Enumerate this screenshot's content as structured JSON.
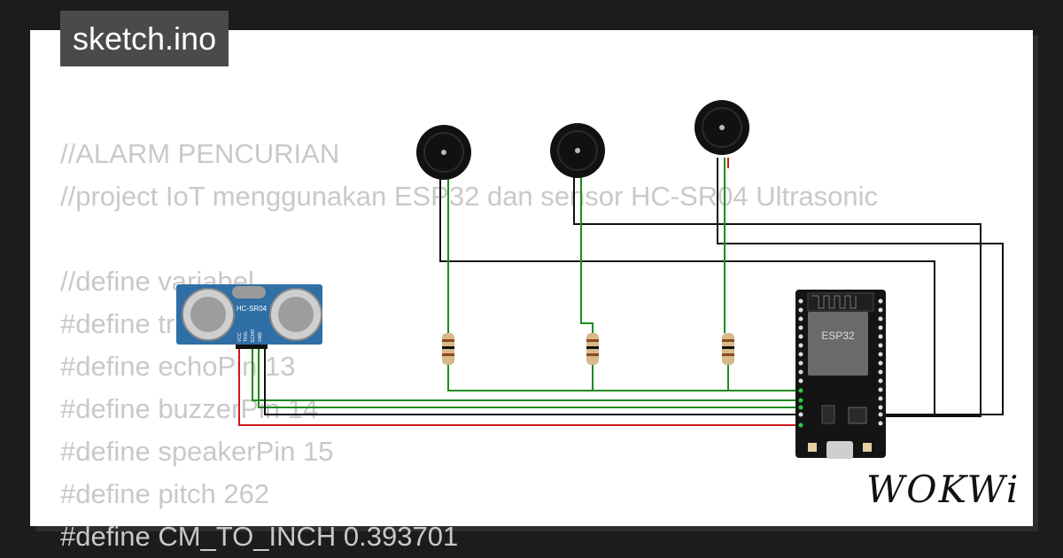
{
  "tab": {
    "title": "sketch.ino"
  },
  "code_lines": [
    "//ALARM PENCURIAN",
    "//project IoT menggunakan ESP32 dan sensor HC-SR04 Ultrasonic",
    "",
    "//define variabel",
    "#define trigPin 12",
    "#define echoPin 13",
    "#define buzzerPin 14",
    "#define speakerPin 15",
    "#define pitch 262",
    "#define CM_TO_INCH 0.393701"
  ],
  "sensor": {
    "label": "HC-SR04",
    "pins": [
      "VCC",
      "TRIG",
      "ECHO",
      "GND"
    ]
  },
  "board": {
    "label": "ESP32"
  },
  "brand": {
    "logo": "WOKWi"
  },
  "colors": {
    "wire_green": "#1e8c1e",
    "wire_red": "#d11a1a",
    "wire_black": "#111111",
    "sensor_blue": "#2f6fa5",
    "board_black": "#141414"
  },
  "icons": [
    "buzzer-icon",
    "resistor-icon",
    "ultrasonic-sensor-icon",
    "esp32-board-icon"
  ]
}
